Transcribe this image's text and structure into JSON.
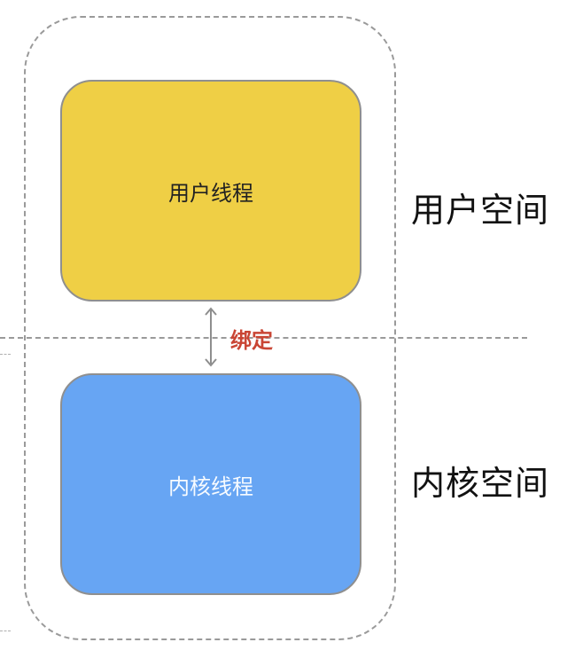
{
  "diagram": {
    "user_thread_label": "用户线程",
    "kernel_thread_label": "内核线程",
    "user_space_label": "用户空间",
    "kernel_space_label": "内核空间",
    "binding_label": "绑定"
  },
  "colors": {
    "user_thread_fill": "#efcf45",
    "kernel_thread_fill": "#67a5f3",
    "binding_label": "#c94534",
    "guide_lines": "#9a9a9a"
  },
  "icons": {
    "binding": "double-arrow-icon"
  }
}
